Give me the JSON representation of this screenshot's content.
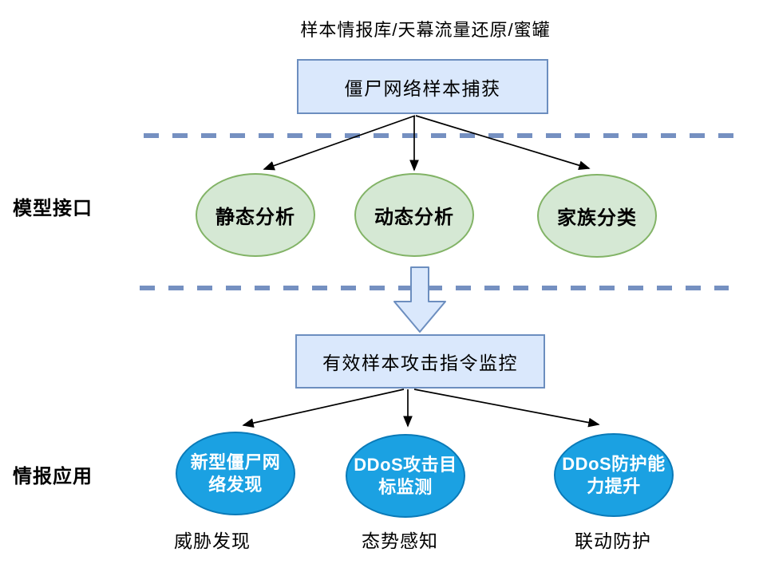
{
  "title": "样本情报库/天幕流量还原/蜜罐",
  "top_box": {
    "label": "僵尸网络样本捕获"
  },
  "middle_box": {
    "label": "有效样本攻击指令监控"
  },
  "row_labels": {
    "model_interface": "模型接口",
    "intel_application": "情报应用"
  },
  "model_nodes": [
    {
      "label": "静态分析"
    },
    {
      "label": "动态分析"
    },
    {
      "label": "家族分类"
    }
  ],
  "intel_nodes": [
    {
      "label": "新型僵尸网络发现",
      "lines": [
        "新型僵尸网",
        "络发现"
      ]
    },
    {
      "label": "DDoS攻击目标监测",
      "lines": [
        "DDoS攻击目",
        "标监测"
      ]
    },
    {
      "label": "DDoS防护能力提升",
      "lines": [
        "DDoS防护能",
        "力提升"
      ]
    }
  ],
  "bottom_labels": [
    {
      "label": "威胁发现"
    },
    {
      "label": "态势感知"
    },
    {
      "label": "联动防护"
    }
  ],
  "colors": {
    "box_fill": "#dae8fc",
    "box_border": "#6c8ebf",
    "model_fill": "#d5e8d4",
    "model_border": "#82b366",
    "intel_fill": "#1ba1e2",
    "intel_border": "#0a7ab8",
    "dash_color": "#7590c1",
    "arrow_color": "#000000"
  }
}
